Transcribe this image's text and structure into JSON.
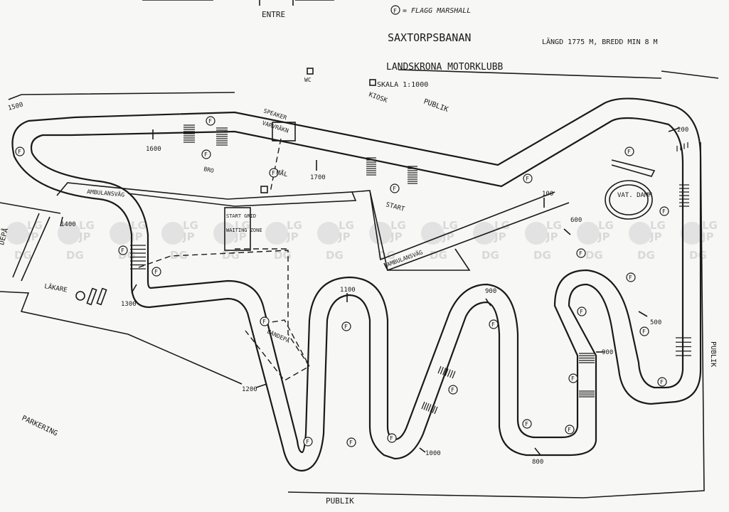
{
  "legend": {
    "flag_symbol": "F",
    "flag_text": "= FLAGG MARSHALL"
  },
  "entrance": "ENTRE",
  "title": "SAXTORPSBANAN",
  "dimensions": "LÄNGD 1775 M, BREDD MIN 8 M",
  "club": "LANDSKRONA MOTORKLUBB",
  "scale": "SKALA 1:1000",
  "facilities": {
    "wc": "WC",
    "kiosk": "KIOSK",
    "speaker": "SPEAKER",
    "varvraknare": "VARVRÄKN",
    "mal": "MÅL",
    "start": "START",
    "start_grid": "START GRID",
    "waiting_zone": "WAITING ZONE",
    "bandepa": "BANDEPÅ",
    "ambulansvag_1": "AMBULANSVÄG",
    "ambulansvag_2": "AMBULANSVÄG",
    "vattendamm": "VAT. DAMM",
    "lakare": "LÄKARE",
    "depa": "DEPÅ",
    "parkering": "PARKERING",
    "publik_top": "PUBLIK",
    "publik_right": "PUBLIK",
    "publik_bottom": "PUBLIK",
    "bro": "BRO"
  },
  "distance_markers": {
    "m100": "100",
    "m500": "500",
    "m600": "600",
    "m800": "800",
    "m900a": "900",
    "m900b": "900",
    "m1000": "1000",
    "m1100": "1100",
    "m1200": "1200",
    "m1300": "1300",
    "m1400": "1400",
    "m1500": "1500",
    "m1600": "1600",
    "m1700": "1700",
    "m200": "200"
  },
  "watermark": [
    "LG",
    "JP",
    "DG"
  ],
  "colors": {
    "ink": "#1a1a1a",
    "paper": "#f7f7f5",
    "watermark": "#d9d9d9"
  }
}
